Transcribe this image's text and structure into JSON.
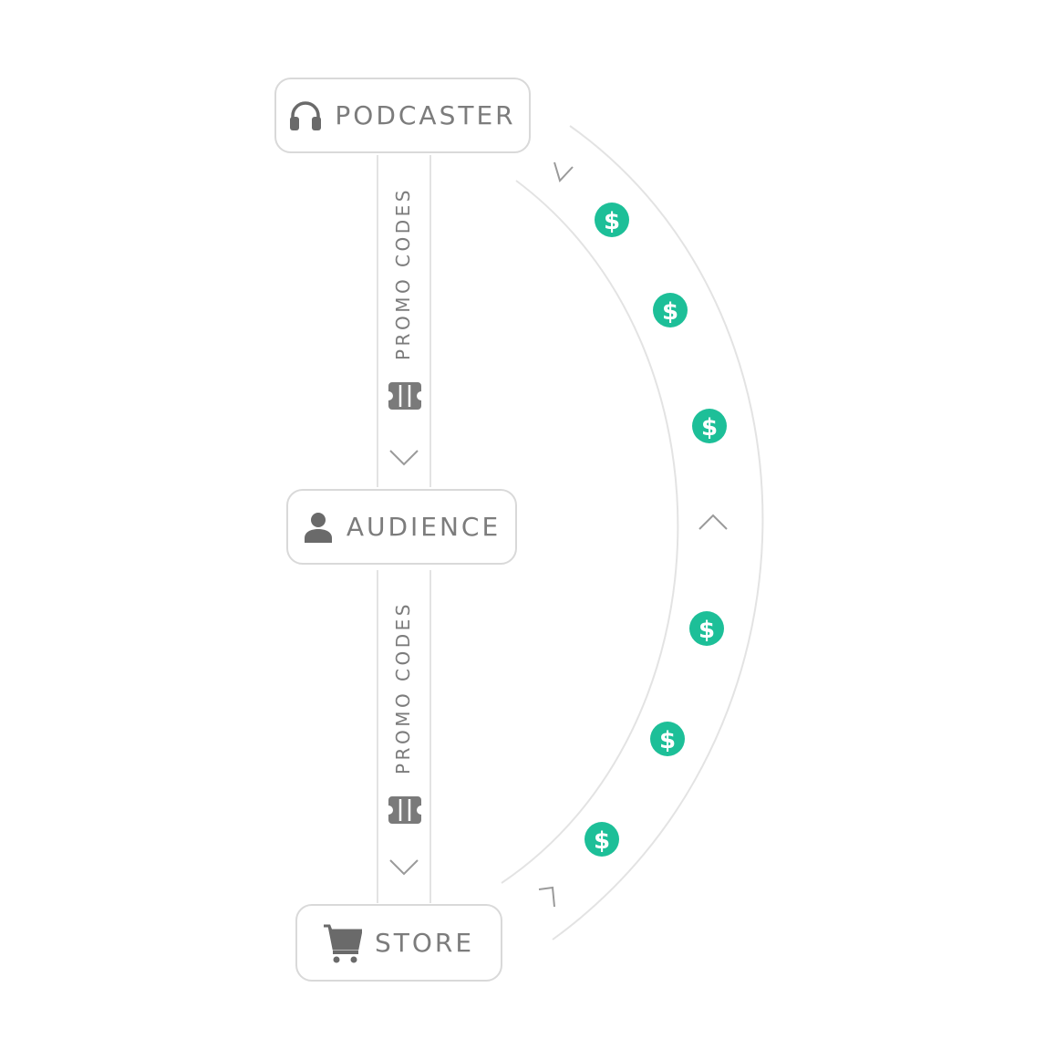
{
  "nodes": {
    "podcaster": {
      "label": "PODCASTER",
      "icon": "headphones-icon"
    },
    "audience": {
      "label": "AUDIENCE",
      "icon": "person-icon"
    },
    "store": {
      "label": "STORE",
      "icon": "shopping-cart-icon"
    }
  },
  "flows": {
    "podcaster_to_audience": {
      "label": "PROMO CODES",
      "icon": "ticket-icon"
    },
    "audience_to_store": {
      "label": "PROMO CODES",
      "icon": "ticket-icon"
    },
    "store_to_podcaster": {
      "icon": "dollar-coin-icon"
    }
  },
  "colors": {
    "line": "#e3e3e3",
    "border": "#d9d9d9",
    "text": "#7c7c7c",
    "icon": "#6a6a6a",
    "chevron": "#9a9a9a",
    "coin": "#1dbf98"
  }
}
